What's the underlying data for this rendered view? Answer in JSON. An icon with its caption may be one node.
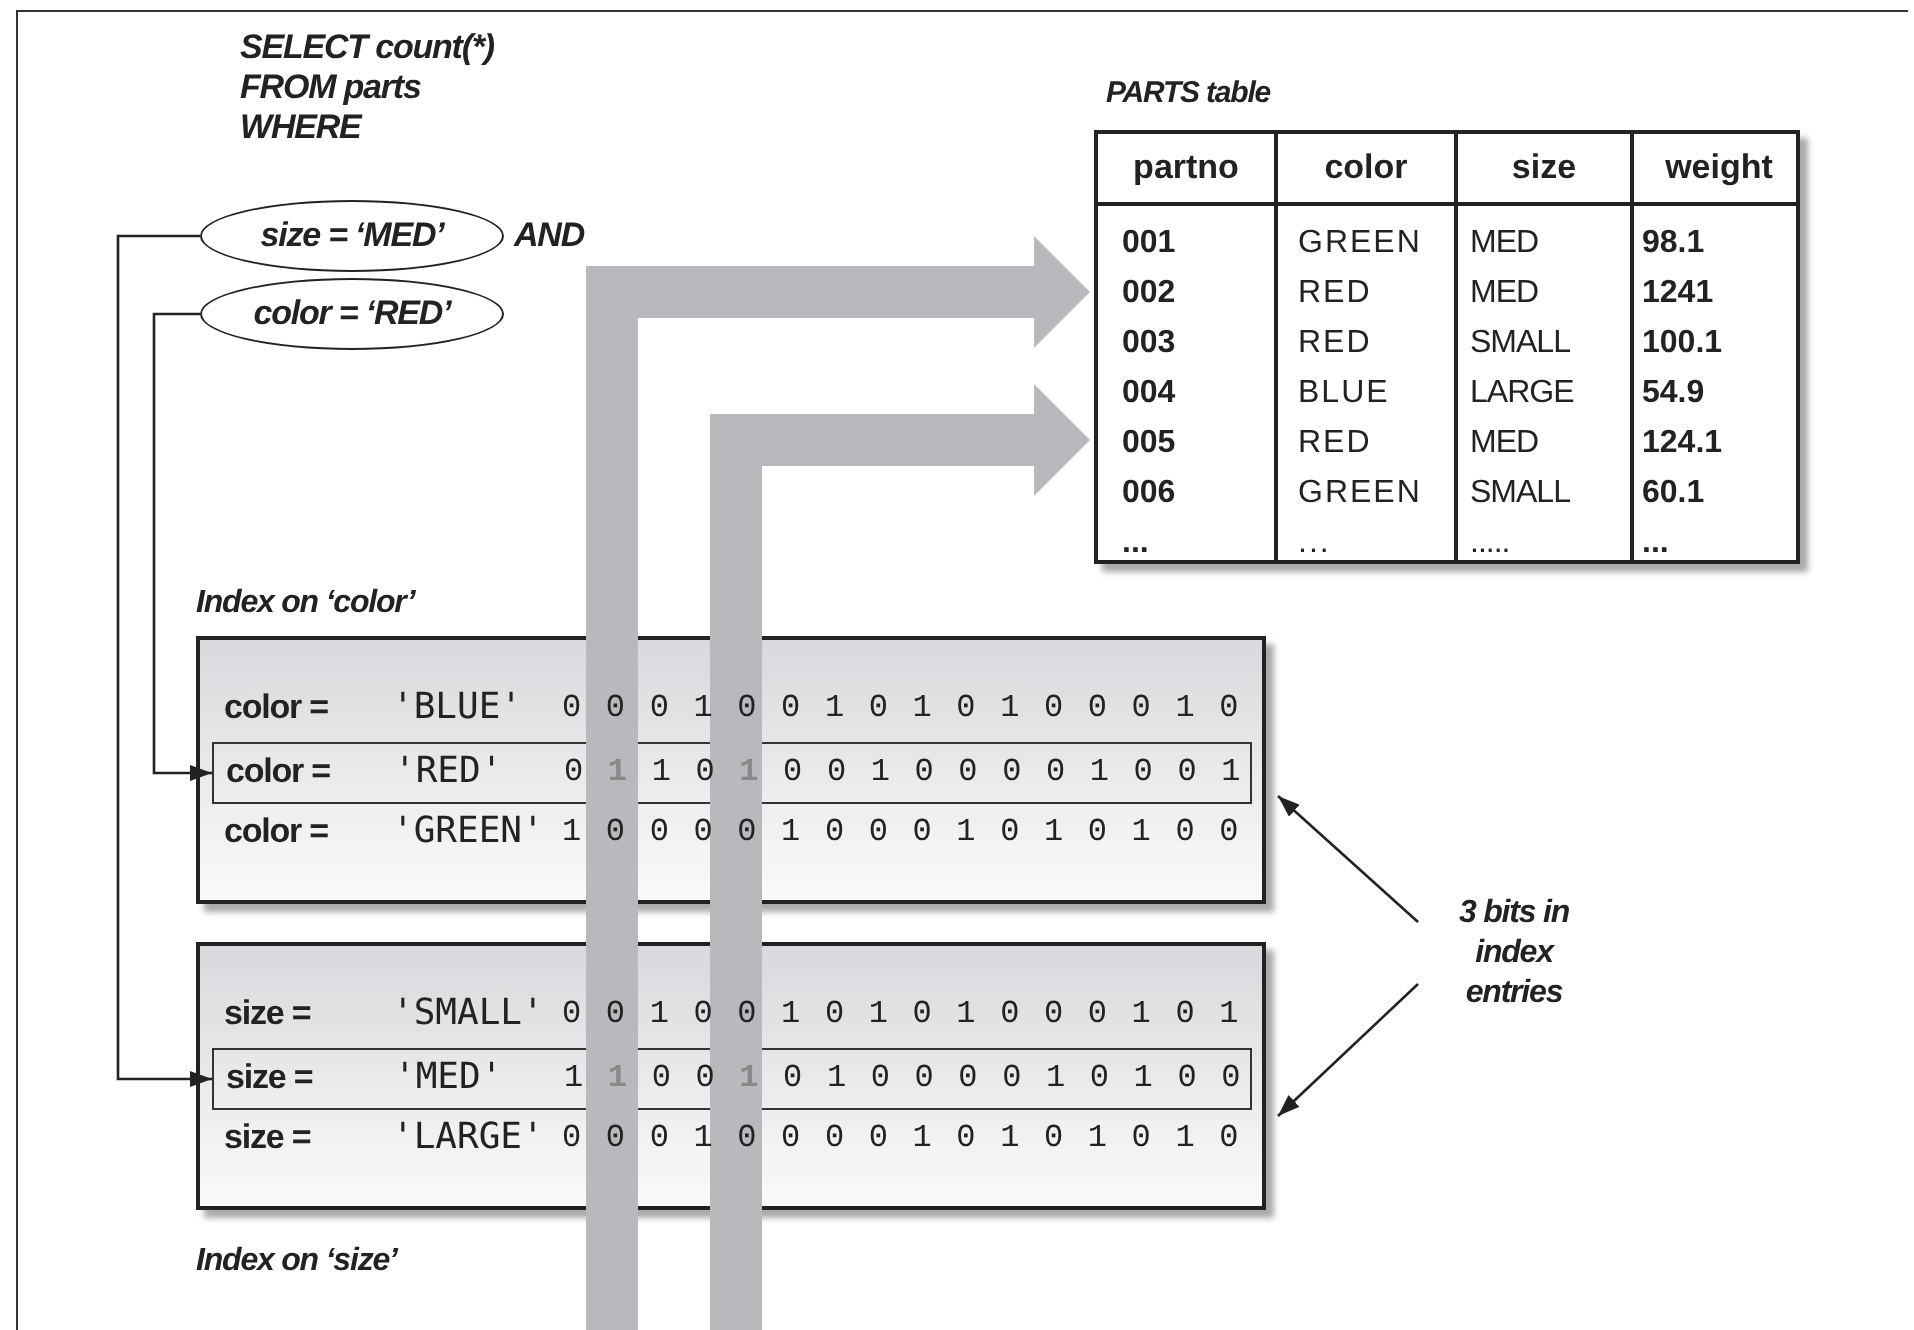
{
  "diagram": {
    "nodes": [
      {
        "text": [
          "size = ‘MED’"
        ],
        "beside": [
          "AND"
        ]
      },
      {
        "text": [
          "color = ‘RED’"
        ]
      },
      {
        "text": [
          "PARTS table"
        ]
      },
      {
        "text": [
          "Index on ‘color’"
        ]
      },
      {
        "text": [
          "color =",
          "'RED'",
          "0 1 1 0 1 0 0 1 0 0 0 0 1 0 0 1"
        ],
        "in": 3
      },
      {
        "text": [
          "Index on ‘size’"
        ]
      },
      {
        "text": [
          "size =",
          "'MED'",
          "1 1 0 0 1 0 1 0 0 0 0 1 0 1 0 0"
        ],
        "in": 5
      },
      {
        "text": [
          "3 bits in index entries"
        ]
      }
    ],
    "edges": [
      {
        "from": 1,
        "to": 4,
        "arrow": "to"
      },
      {
        "from": 0,
        "to": 6,
        "arrow": "to"
      },
      {
        "from": null,
        "to": 2,
        "arrow": "to",
        "style": "thick",
        "color": "#b8b9bd"
      },
      {
        "from": null,
        "to": 2,
        "arrow": "to",
        "style": "thick",
        "color": "#b8b9bd"
      },
      {
        "from": 7,
        "to": 3,
        "arrow": "to"
      },
      {
        "from": 7,
        "to": 5,
        "arrow": "to"
      }
    ],
    "labels": [
      "SELECT count(*)",
      "FROM parts",
      "WHERE",
      "partno",
      "color",
      "size",
      "weight",
      "001",
      "GREEN",
      "MED",
      "98.1",
      "002",
      "RED",
      "MED",
      "1241",
      "003",
      "RED",
      "SMALL",
      "100.1",
      "004",
      "BLUE",
      "LARGE",
      "54.9",
      "005",
      "RED",
      "MED",
      "124.1",
      "006",
      "GREEN",
      "SMALL",
      "60.1",
      "...",
      "...",
      ".....",
      "...",
      "color =",
      "'BLUE'",
      "0 0 0 1 0 0 1 0 1 0 1 0 0 0 1 0",
      "color =",
      "'GREEN'",
      "1 0 0 0 0 1 0 0 0 1 0 1 0 1 0 0",
      "size =",
      "'SMALL'",
      "0 0 1 0 0 1 0 1 0 1 0 0 0 1 0 1",
      "size =",
      "'LARGE'",
      "0 0 0 1 0 0 0 0 1 0 1 0 1 0 1 0"
    ]
  }
}
